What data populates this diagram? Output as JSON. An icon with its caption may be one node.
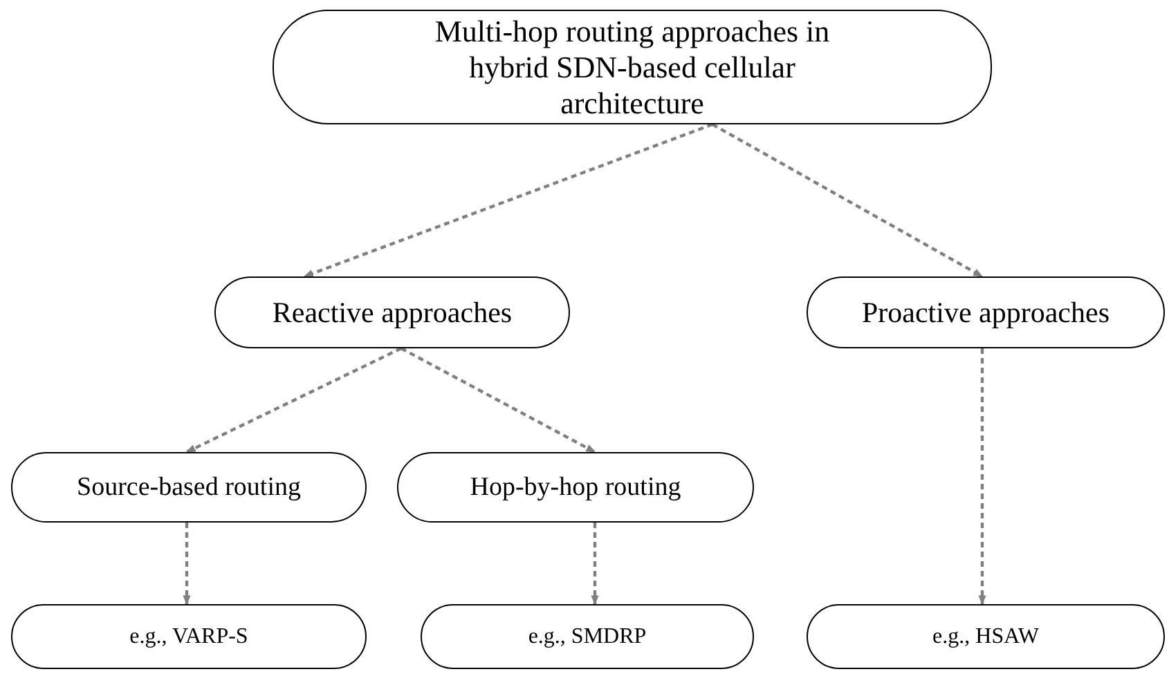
{
  "diagram": {
    "nodes": [
      {
        "text": [
          "Multi-hop routing approaches in hybrid SDN-based cellular architecture"
        ]
      },
      {
        "text": [
          "Reactive approaches"
        ]
      },
      {
        "text": [
          "Proactive approaches"
        ]
      },
      {
        "text": [
          "Source-based routing"
        ]
      },
      {
        "text": [
          "Hop-by-hop routing"
        ]
      },
      {
        "text": [
          "e.g., VARP-S"
        ]
      },
      {
        "text": [
          "e.g., SMDRP"
        ]
      },
      {
        "text": [
          "e.g., HSAW"
        ]
      }
    ],
    "edges": [
      {
        "from": 0,
        "to": 1,
        "arrow": "to",
        "style": "dashed"
      },
      {
        "from": 0,
        "to": 2,
        "arrow": "to",
        "style": "dashed"
      },
      {
        "from": 1,
        "to": 3,
        "arrow": "to",
        "style": "dashed"
      },
      {
        "from": 1,
        "to": 4,
        "arrow": "to",
        "style": "dashed"
      },
      {
        "from": 3,
        "to": 5,
        "arrow": "to",
        "style": "dashed"
      },
      {
        "from": 4,
        "to": 6,
        "arrow": "to",
        "style": "dashed"
      },
      {
        "from": 2,
        "to": 7,
        "arrow": "to",
        "style": "dashed"
      }
    ]
  }
}
